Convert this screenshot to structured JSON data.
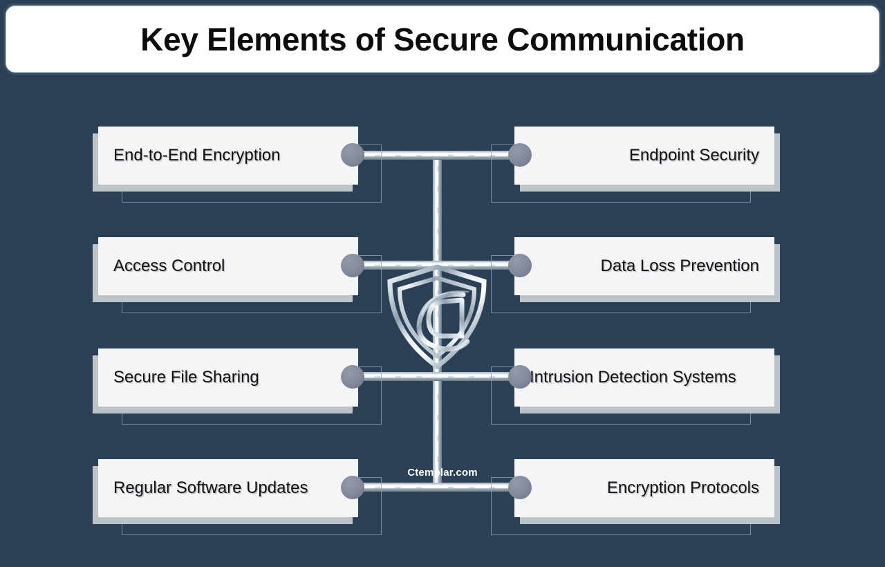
{
  "background_color": "#2c4055",
  "header": {
    "title": "Key Elements of Secure Communication",
    "box_color": "#ffffff",
    "text_color": "#0c0c0c"
  },
  "center": {
    "logo_name": "ctemplar-shield-logo",
    "style": "metallic silver shield with C monogram"
  },
  "diagram": {
    "type": "radial-mindmap",
    "node_color": "#83889a",
    "connector_color": "#c8d3db",
    "box_fill": "#f4f5f7",
    "box_shadow_color": "#bcc3c9",
    "items_left": [
      {
        "label": "End-to-End Encryption"
      },
      {
        "label": "Access Control"
      },
      {
        "label": "Secure File Sharing"
      },
      {
        "label": "Regular Software Updates"
      }
    ],
    "items_right": [
      {
        "label": "Endpoint Security"
      },
      {
        "label": "Data Loss Prevention"
      },
      {
        "label": "Intrusion Detection Systems"
      },
      {
        "label": "Encryption Protocols"
      }
    ]
  },
  "footer": {
    "text": "Ctemplar.com",
    "color": "#ffffff"
  }
}
